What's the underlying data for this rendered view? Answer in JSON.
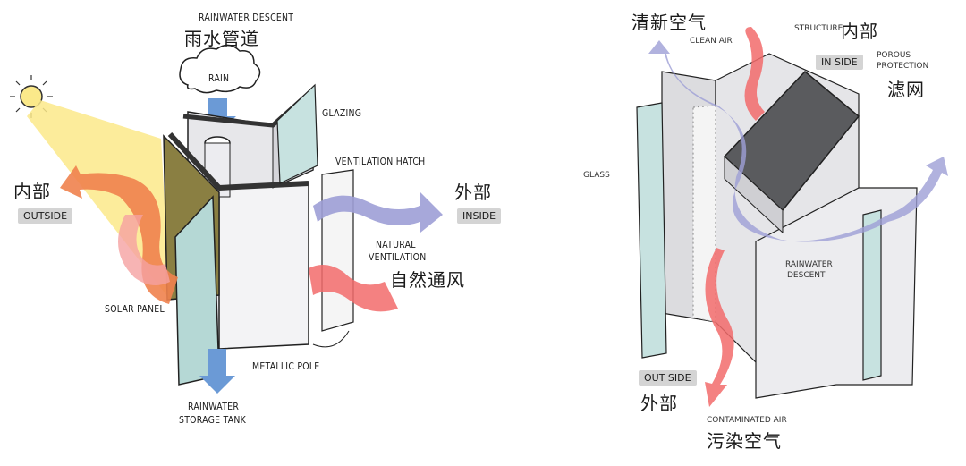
{
  "left_diagram": {
    "rainwater_descent_en": "RAINWATER DESCENT",
    "rainwater_descent_cn": "雨水管道",
    "rain": "RAIN",
    "glazing": "GLAZING",
    "ventilation_hatch": "VENTILATION HATCH",
    "interior_cn": "内部",
    "outside_tag": "OUTSIDE",
    "exterior_cn": "外部",
    "inside_tag": "INSIDE",
    "natural_ventilation_line1": "NATURAL",
    "natural_ventilation_line2": "VENTILATION",
    "natural_ventilation_cn": "自然通风",
    "solar_panel": "SOLAR PANEL",
    "metallic_pole": "METALLIC POLE",
    "storage_tank_line1": "RAINWATER",
    "storage_tank_line2": "STORAGE TANK"
  },
  "right_diagram": {
    "clean_air_cn": "清新空气",
    "clean_air_en": "CLEAN AIR",
    "structure": "STRUCTURE",
    "interior_cn": "内部",
    "inside_tag": "IN SIDE",
    "porous_line1": "POROUS",
    "porous_line2": "PROTECTION",
    "filter_cn": "滤网",
    "glass": "GLASS",
    "rainwater_descent_line1": "RAINWATER",
    "rainwater_descent_line2": "DESCENT",
    "outside_tag": "OUT SIDE",
    "exterior_cn": "外部",
    "contaminated_air": "CONTAMINATED AIR",
    "polluted_air_cn": "污染空气"
  },
  "colors": {
    "sun_yellow": "#fbe98a",
    "blue_air": "#9d9fd6",
    "red_air": "#f26b6b",
    "orange_air": "#f0824e",
    "panel_olive": "#8a7f42",
    "glass_teal": "#b5d8d5",
    "rain_blue": "#6b9ad6",
    "dark_roof": "#5a5b5e"
  }
}
